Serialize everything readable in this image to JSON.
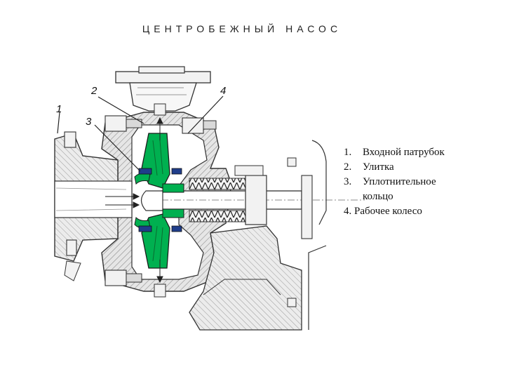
{
  "title": "ЦЕНТРОБЕЖНЫЙ НАСОС",
  "callouts": {
    "c1": "1",
    "c2": "2",
    "c3": "3",
    "c4": "4"
  },
  "legend": {
    "item1": {
      "num": "1.",
      "text": "Входной патрубок"
    },
    "item2": {
      "num": "2.",
      "text": "Улитка"
    },
    "item3": {
      "num": "3.",
      "text": "Уплотнительное",
      "text_cont": "кольцо"
    },
    "item4": {
      "text": "4. Рабочее колесо"
    }
  },
  "colors": {
    "impeller": "#00b050",
    "seal_ring": "#1f3d8a",
    "hatch": "#9a9a9a",
    "line": "#333333"
  }
}
